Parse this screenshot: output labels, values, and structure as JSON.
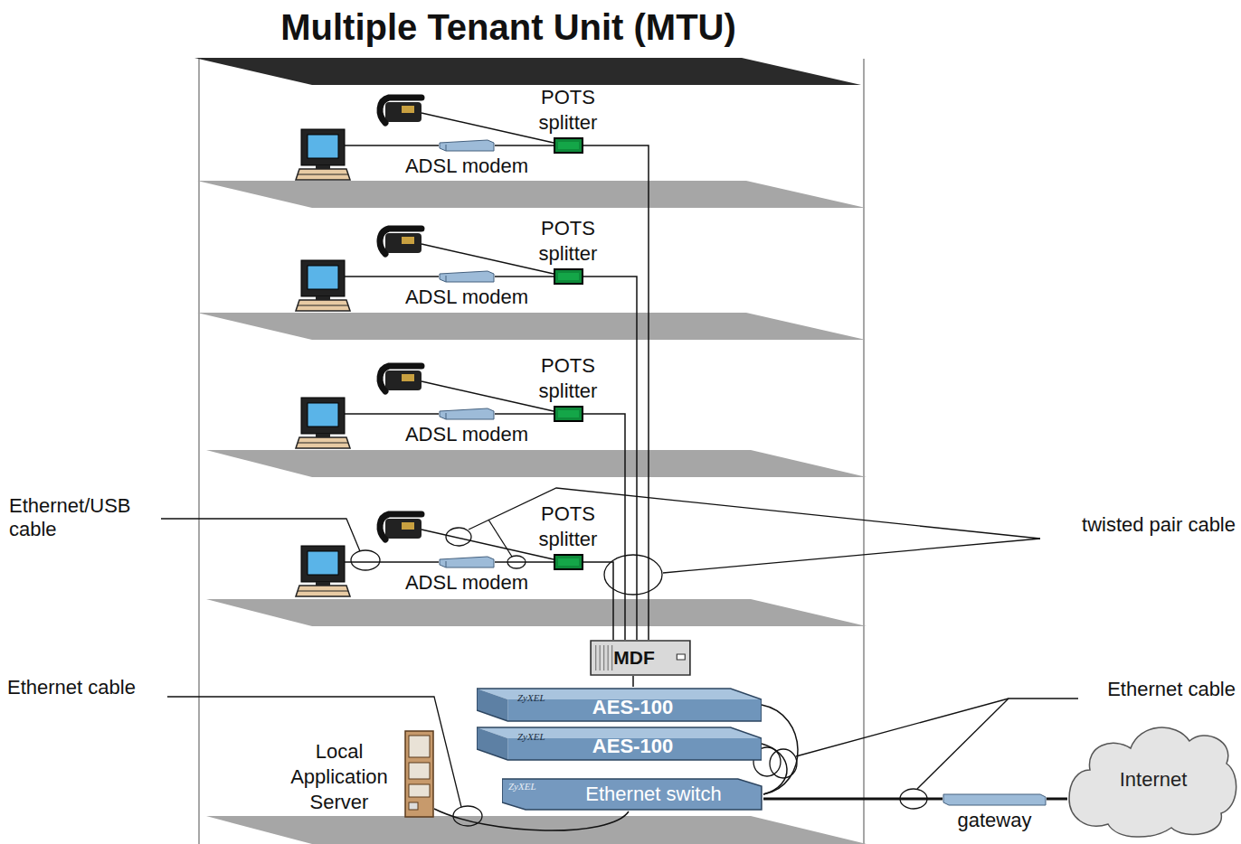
{
  "diagram": {
    "title": "Multiple Tenant Unit (MTU)",
    "nodes": [
      {
        "text": [
          "POTS splitter"
        ]
      },
      {
        "text": [
          "ADSL modem"
        ]
      },
      {
        "text": [
          "POTS splitter"
        ]
      },
      {
        "text": [
          "ADSL modem"
        ]
      },
      {
        "text": [
          "POTS splitter"
        ]
      },
      {
        "text": [
          "ADSL modem"
        ]
      },
      {
        "text": [
          "POTS splitter"
        ]
      },
      {
        "text": [
          "ADSL modem"
        ]
      },
      {
        "text": [
          "MDF"
        ]
      },
      {
        "text": [
          "AES-100"
        ]
      },
      {
        "text": [
          "AES-100"
        ]
      },
      {
        "text": [
          "Local Application Server"
        ]
      },
      {
        "text": [
          "Ethernet switch"
        ]
      },
      {
        "text": [
          "gateway"
        ]
      },
      {
        "text": [
          "Internet"
        ]
      }
    ],
    "edges": [
      {
        "from": 1,
        "to": 0,
        "arrow": "none"
      },
      {
        "from": 3,
        "to": 2,
        "arrow": "none"
      },
      {
        "from": 5,
        "to": 4,
        "arrow": "none"
      },
      {
        "from": 7,
        "to": 6,
        "arrow": "none"
      },
      {
        "from": 0,
        "to": 8,
        "arrow": "none"
      },
      {
        "from": 2,
        "to": 8,
        "arrow": "none"
      },
      {
        "from": 4,
        "to": 8,
        "arrow": "none"
      },
      {
        "from": 6,
        "to": 8,
        "arrow": "none"
      },
      {
        "from": 8,
        "to": 9,
        "arrow": "none"
      },
      {
        "from": 9,
        "to": 12,
        "arrow": "none"
      },
      {
        "from": 10,
        "to": 12,
        "arrow": "none"
      },
      {
        "from": 11,
        "to": 12,
        "arrow": "none"
      },
      {
        "from": 12,
        "to": 13,
        "arrow": "none"
      },
      {
        "from": 13,
        "to": 14,
        "arrow": "none"
      }
    ],
    "labels": [
      "Ethernet/USB cable",
      "twisted pair cable",
      "Ethernet cable",
      "Ethernet cable",
      "ZyXEL",
      "ZyXEL",
      "ZyXEL"
    ]
  }
}
